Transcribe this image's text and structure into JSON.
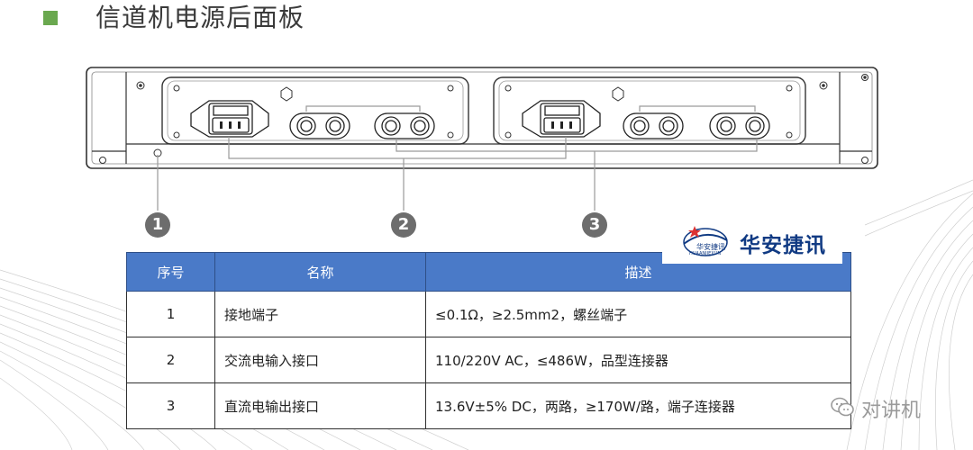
{
  "title": "信道机电源后面板",
  "callouts": [
    "1",
    "2",
    "3"
  ],
  "logo": {
    "brand": "华安捷讯",
    "cn": "华安捷讯",
    "en": "HUAANJIEXUN"
  },
  "table": {
    "headers": [
      "序号",
      "名称",
      "描述"
    ],
    "rows": [
      {
        "no": "1",
        "name": "接地端子",
        "desc": "≤0.1Ω，≥2.5mm2，螺丝端子"
      },
      {
        "no": "2",
        "name": "交流电输入接口",
        "desc": "110/220V AC，≤486W，品型连接器"
      },
      {
        "no": "3",
        "name": "直流电输出接口",
        "desc": "13.6V±5% DC，两路，≥170W/路，端子连接器"
      }
    ]
  },
  "watermark": {
    "text": "对讲机",
    "icon": "wechat-icon"
  },
  "colors": {
    "bullet": "#6aa84f",
    "header_bg": "#4a7ac8",
    "brand": "#103a83"
  }
}
